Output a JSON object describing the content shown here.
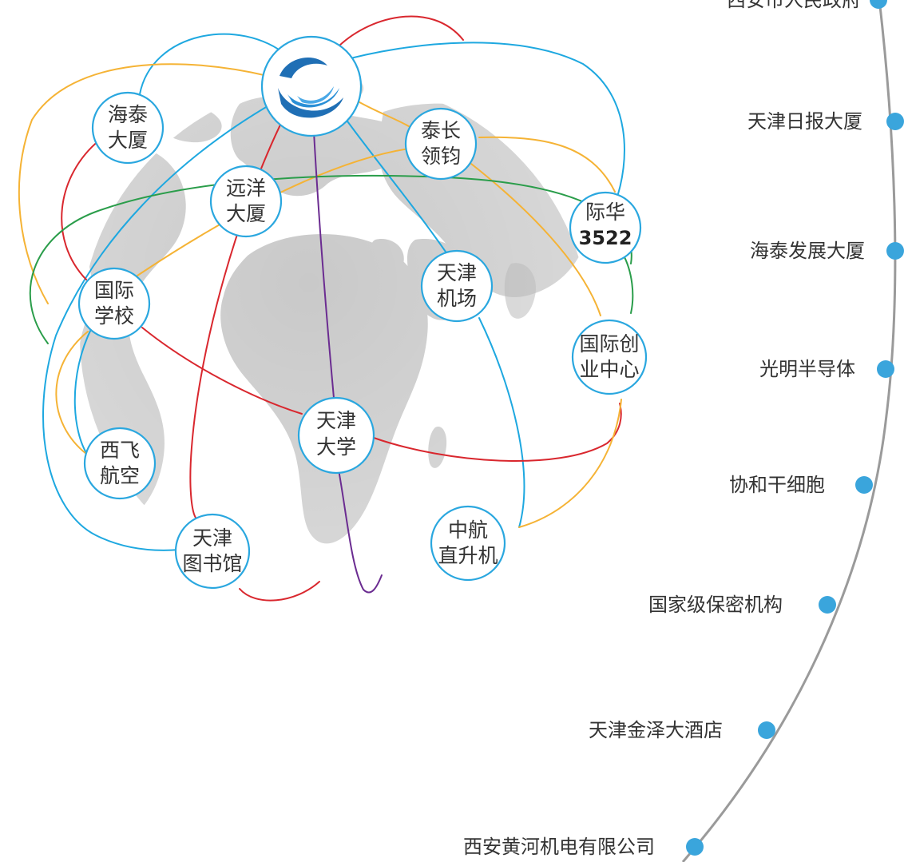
{
  "colors": {
    "node_border": "#2aa7df",
    "arc_blue": "#1ea8e0",
    "arc_red": "#d9272e",
    "arc_orange": "#f5b335",
    "arc_green": "#2a9d4a",
    "arc_purple": "#6b2c91",
    "timeline_dot": "#3aa5dc",
    "timeline_line": "#9a9a9a",
    "globe_land": "#c9c9c9",
    "logo_blue": "#1f6fb5"
  },
  "hub": {
    "icon": "company-logo-icon"
  },
  "nodes": [
    {
      "id": "haitai",
      "line1": "海泰",
      "line2": "大厦"
    },
    {
      "id": "taichang",
      "line1": "泰长",
      "line2": "领钧"
    },
    {
      "id": "yuanyang",
      "line1": "远洋",
      "line2": "大厦"
    },
    {
      "id": "jihua",
      "line1": "际华",
      "line2": "3522"
    },
    {
      "id": "guoji",
      "line1": "国际",
      "line2": "学校"
    },
    {
      "id": "jichang",
      "line1": "天津",
      "line2": "机场"
    },
    {
      "id": "chuangye",
      "line1": "国际创",
      "line2": "业中心"
    },
    {
      "id": "tju",
      "line1": "天津",
      "line2": "大学"
    },
    {
      "id": "xifei",
      "line1": "西飞",
      "line2": "航空"
    },
    {
      "id": "library",
      "line1": "天津",
      "line2": "图书馆"
    },
    {
      "id": "zhonghang",
      "line1": "中航",
      "line2": "直升机"
    }
  ],
  "timeline": [
    {
      "label": "西安市人民政府"
    },
    {
      "label": "天津日报大厦"
    },
    {
      "label": "海泰发展大厦"
    },
    {
      "label": "光明半导体"
    },
    {
      "label": "协和干细胞"
    },
    {
      "label": "国家级保密机构"
    },
    {
      "label": "天津金泽大酒店"
    },
    {
      "label": "西安黄河机电有限公司"
    }
  ]
}
